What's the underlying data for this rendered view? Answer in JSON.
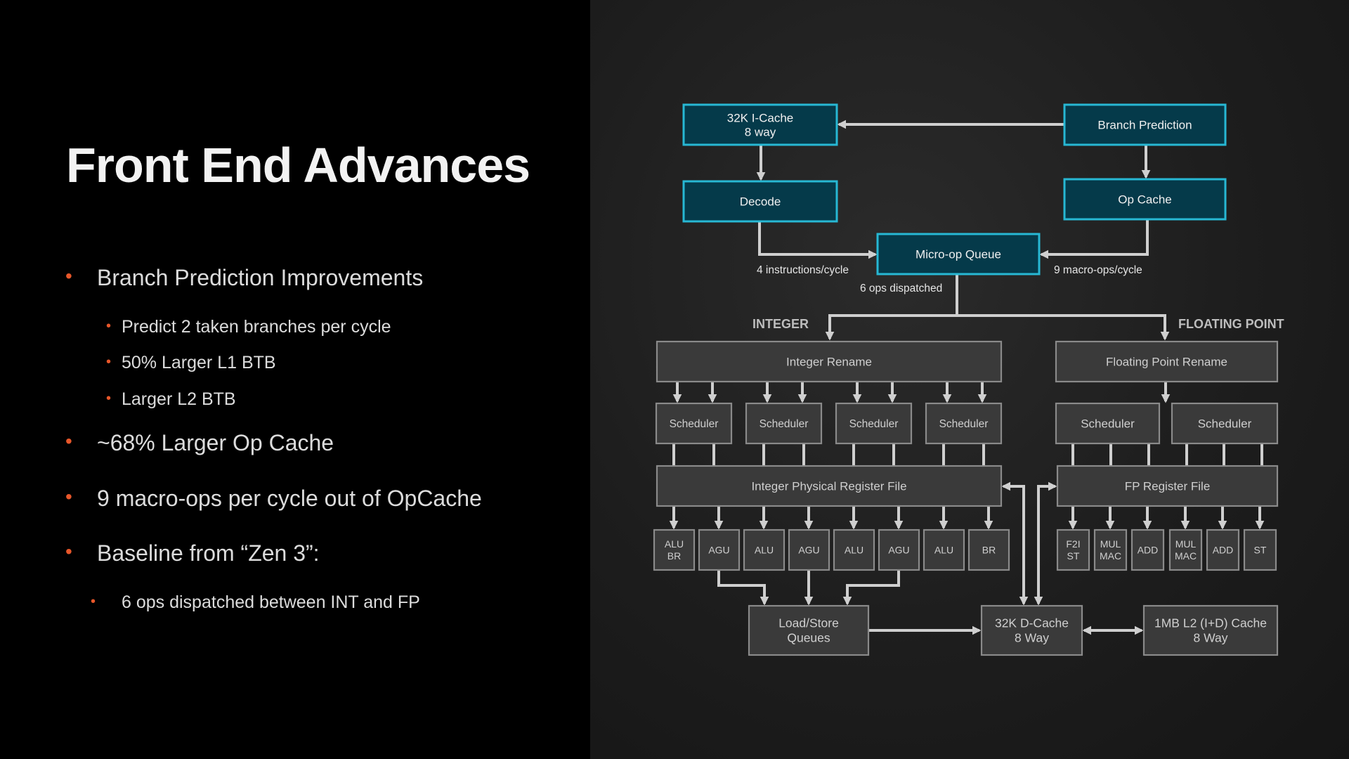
{
  "slide": {
    "title": "Front End Advances",
    "accent_color": "#e8572a",
    "bullets": [
      {
        "level": 1,
        "text": "Branch Prediction Improvements"
      },
      {
        "level": 2,
        "text": "Predict 2 taken branches per cycle"
      },
      {
        "level": 2,
        "text": "50% Larger L1 BTB"
      },
      {
        "level": 2,
        "text": "Larger L2 BTB"
      },
      {
        "level": 1,
        "text": "~68% Larger Op Cache"
      },
      {
        "level": 1,
        "text": "9 macro-ops per cycle out of OpCache"
      },
      {
        "level": 1,
        "text": "Baseline from “Zen 3”:"
      },
      {
        "level": 2,
        "text": "6 ops dispatched between INT and FP"
      }
    ]
  },
  "diagram": {
    "colors": {
      "frontend_fill": "#053a4a",
      "frontend_border": "#27b8d4",
      "box_fill": "#3a3a3a",
      "box_border": "#8a8a8a",
      "arrow": "#cfcfcf"
    },
    "frontend": {
      "icache": [
        "32K I-Cache",
        "8 way"
      ],
      "branch_prediction": "Branch Prediction",
      "decode": "Decode",
      "op_cache": "Op Cache",
      "micro_op_queue": "Micro-op Queue"
    },
    "labels": {
      "decode_rate": "4 instructions/cycle",
      "opcache_rate": "9 macro-ops/cycle",
      "dispatch": "6 ops dispatched",
      "integer": "INTEGER",
      "floating_point": "FLOATING POINT"
    },
    "integer": {
      "rename": "Integer Rename",
      "schedulers": [
        "Scheduler",
        "Scheduler",
        "Scheduler",
        "Scheduler"
      ],
      "register_file": "Integer Physical Register File",
      "units": [
        [
          "ALU",
          "BR"
        ],
        [
          "AGU"
        ],
        [
          "ALU"
        ],
        [
          "AGU"
        ],
        [
          "ALU"
        ],
        [
          "AGU"
        ],
        [
          "ALU"
        ],
        [
          "BR"
        ]
      ]
    },
    "fp": {
      "rename": "Floating Point Rename",
      "schedulers": [
        "Scheduler",
        "Scheduler"
      ],
      "register_file": "FP Register File",
      "units": [
        [
          "F2I",
          "ST"
        ],
        [
          "MUL",
          "MAC"
        ],
        [
          "ADD"
        ],
        [
          "MUL",
          "MAC"
        ],
        [
          "ADD"
        ],
        [
          "ST"
        ]
      ]
    },
    "memory": {
      "load_store": [
        "Load/Store",
        "Queues"
      ],
      "dcache": [
        "32K D-Cache",
        "8 Way"
      ],
      "l2": [
        "1MB L2 (I+D) Cache",
        "8 Way"
      ]
    }
  }
}
